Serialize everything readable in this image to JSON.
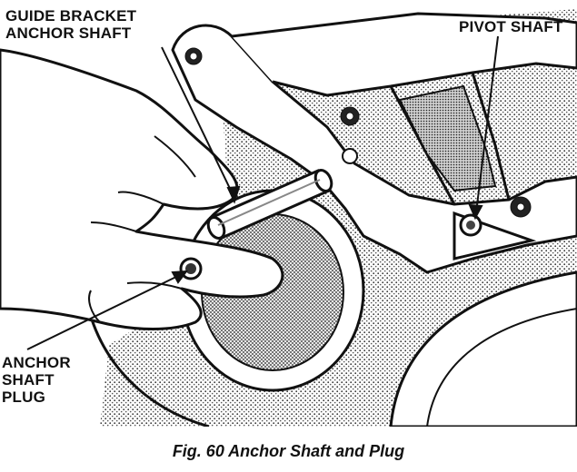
{
  "labels": {
    "guide_bracket": [
      "GUIDE BRACKET",
      "ANCHOR SHAFT"
    ],
    "pivot_shaft": "PIVOT SHAFT",
    "anchor_plug": [
      "ANCHOR",
      "SHAFT",
      "PLUG"
    ]
  },
  "caption": "Fig. 60 Anchor Shaft and Plug"
}
